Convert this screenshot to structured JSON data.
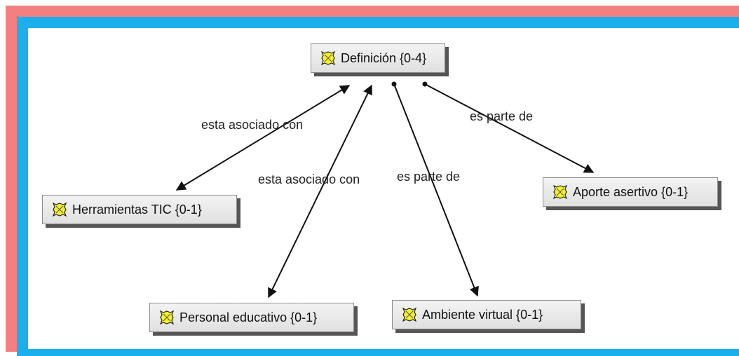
{
  "colors": {
    "outer_frame": "#f28080",
    "inner_frame": "#1ab0ee",
    "node_fill": "#e8e8e8",
    "node_shadow": "#555555",
    "icon_fill": "#f3ef2a",
    "edge": "#111111"
  },
  "nodes": {
    "definicion": {
      "label": "Definición {0-4}",
      "icon": "code-node-icon"
    },
    "herramientas": {
      "label": "Herramientas TIC {0-1}",
      "icon": "code-node-icon"
    },
    "personal": {
      "label": "Personal educativo {0-1}",
      "icon": "code-node-icon"
    },
    "ambiente": {
      "label": "Ambiente virtual {0-1}",
      "icon": "code-node-icon"
    },
    "aporte": {
      "label": "Aporte asertivo {0-1}",
      "icon": "code-node-icon"
    }
  },
  "edges": [
    {
      "from": "definicion",
      "to": "herramientas",
      "label": "esta asociado con"
    },
    {
      "from": "definicion",
      "to": "personal",
      "label": "esta asociado con"
    },
    {
      "from": "definicion",
      "to": "ambiente",
      "label": "es parte de"
    },
    {
      "from": "definicion",
      "to": "aporte",
      "label": "es parte de"
    }
  ]
}
